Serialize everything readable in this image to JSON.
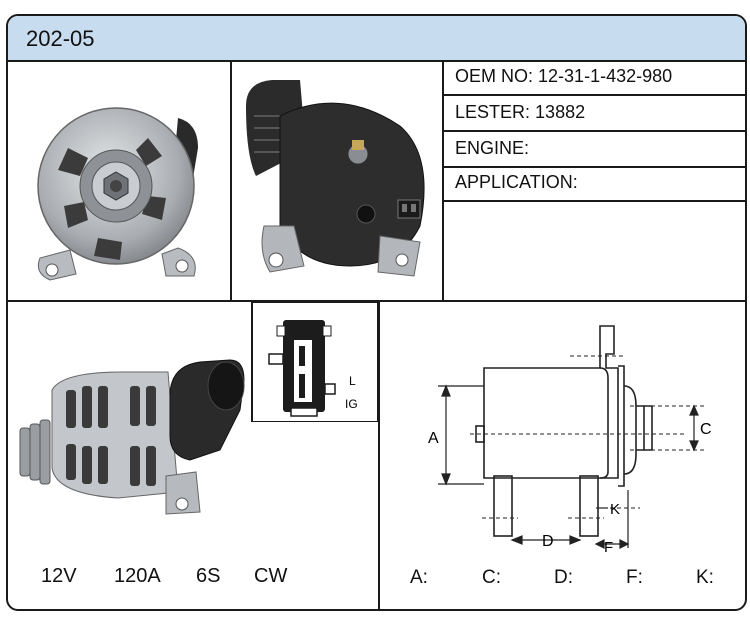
{
  "part_code": "202-05",
  "specs": [
    {
      "label": "OEM NO:",
      "value": "12-31-1-432-980"
    },
    {
      "label": "LESTER:",
      "value": "13882"
    },
    {
      "label": "ENGINE:",
      "value": ""
    },
    {
      "label": "APPLICATION:",
      "value": ""
    }
  ],
  "electrical": {
    "voltage": "12V",
    "current": "120A",
    "pulley": "6S",
    "rotation": "CW"
  },
  "connector": {
    "pin_l": "L",
    "pin_ig": "IG"
  },
  "drawing_labels": {
    "a": "A",
    "c": "C",
    "d": "D",
    "f": "F",
    "k": "K"
  },
  "dimensions": [
    {
      "label": "A:",
      "value": ""
    },
    {
      "label": "C:",
      "value": ""
    },
    {
      "label": "D:",
      "value": ""
    },
    {
      "label": "F:",
      "value": ""
    },
    {
      "label": "K:",
      "value": ""
    }
  ],
  "colors": {
    "header_bg": "#c8dcf0",
    "border": "#1a1a1a",
    "connector_body": "#1c1c1c"
  }
}
